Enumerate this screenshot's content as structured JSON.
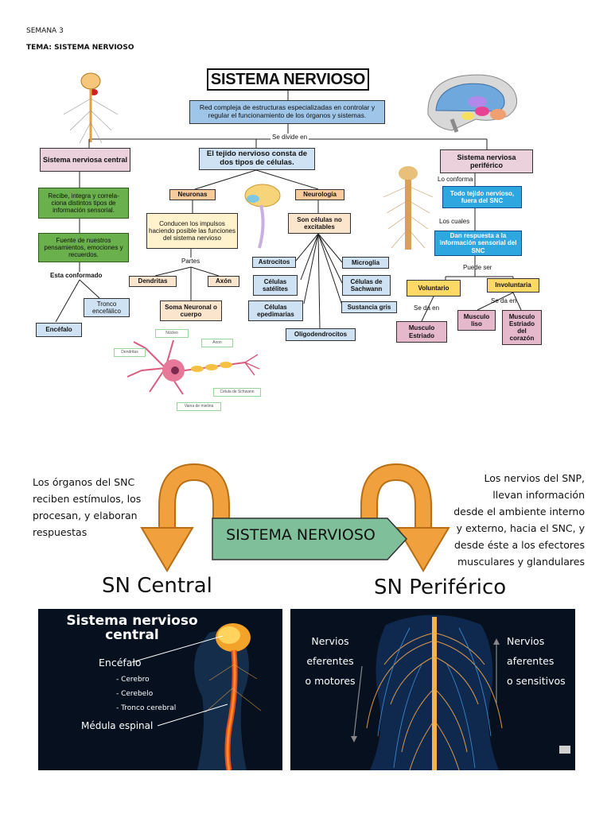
{
  "header": {
    "week": "SEMANA 3",
    "topic": "TEMA: SISTEMA NERVIOSO"
  },
  "map": {
    "title": "SISTEMA NERVIOSO",
    "definition": "Red compleja de estructuras especializadas en controlar y regular el funcionamiento de los órganos y sistemas.",
    "divides": "Se divide en",
    "central": "Sistema nerviosa central",
    "tissue": "El tejido nervioso consta de dos tipos de células.",
    "peripheral": "Sistema nerviosa periférico",
    "central_fn1": "Recibe, integra y correla-ciona distintos tipos de información sensorial.",
    "central_fn2": "Fuente de nuestros pensamientos, emociones y recuerdos.",
    "formed": "Esta conformado",
    "encephalon": "Encéfalo",
    "brainstem": "Tronco encefálico",
    "neurons": "Neuronas",
    "neurons_desc": "Conducen los impulsos haciendo posible las funciones del sistema nervioso",
    "parts": "Partes",
    "dendrites": "Dendritas",
    "soma": "Soma Neuronal o cuerpo",
    "axon": "Axón",
    "neuroglia": "Neurología",
    "nonexcitable": "Son células no excitables",
    "astrocytes": "Astrocitos",
    "satellite": "Células satélites",
    "ependymal": "Células epedimarias",
    "oligo": "Oligodendrocitos",
    "microglia": "Microglia",
    "schwann": "Células de Sachwann",
    "grey": "Sustancia gris",
    "conforms": "Lo conforma",
    "periph_tissue": "Todo tejido nervioso, fuera del SNC",
    "which": "Los cuales",
    "response": "Dan respuesta a la información sensorial del SNC",
    "can_be": "Puede ser",
    "voluntary": "Voluntario",
    "involuntary": "Involuntaria",
    "given_in": "Se da en",
    "given_in2": "Se da en",
    "striated": "Musculo Estriado",
    "smooth": "Musculo liso",
    "cardiac": "Musculo Estriado del corazón",
    "neuron_labels": {
      "nucleus": "Núcleo",
      "dendrites": "Dendritas",
      "axon": "Axon",
      "schwann": "Célula de Schwann",
      "myelin": "Vaina de mielina"
    }
  },
  "bottom": {
    "left_text": [
      "Los órganos del SNC",
      "reciben estímulos, los",
      "procesan, y elaboran",
      "respuestas"
    ],
    "right_text": [
      "Los nervios del SNP,",
      "llevan información",
      "desde el ambiente interno",
      "y externo, hacia el SNC, y",
      "desde éste a los efectores",
      "musculares y glandulares"
    ],
    "banner": "SISTEMA NERVIOSO",
    "central_title": "SN Central",
    "peripheral_title": "SN Periférico",
    "photo_left": {
      "title": "Sistema nervioso central",
      "encephalon": "Encéfalo",
      "items": [
        "- Cerebro",
        "- Cerebelo",
        "- Tronco cerebral"
      ],
      "spinal": "Médula espinal"
    },
    "photo_right": {
      "left": [
        "Nervios",
        "eferentes",
        "o motores"
      ],
      "right": [
        "Nervios",
        "aferentes",
        "o sensitivos"
      ]
    }
  },
  "colors": {
    "arrow": "#e8962c",
    "banner": "#7fbf9a",
    "photo_bg": "#06101e"
  }
}
